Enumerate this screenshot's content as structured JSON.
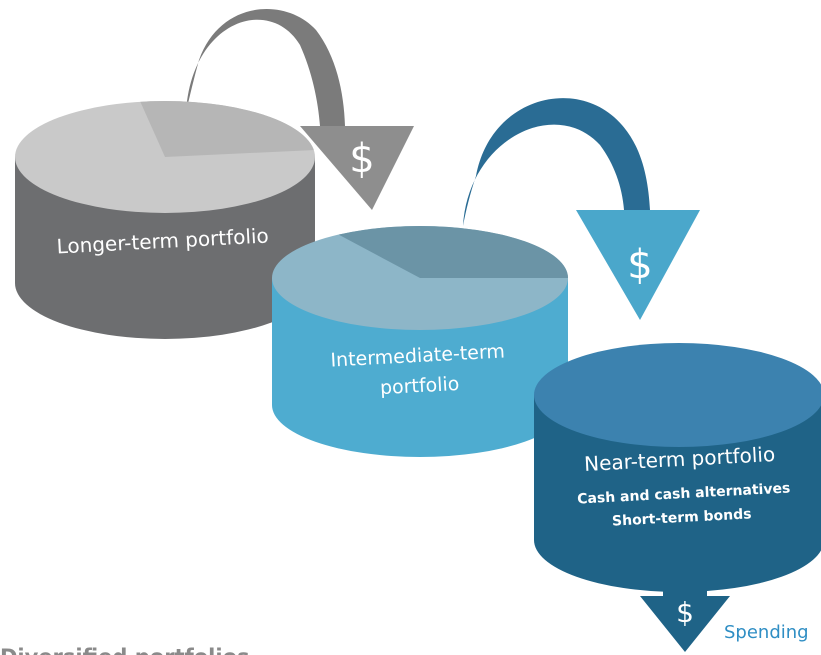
{
  "diagram": {
    "nodes": {
      "longer_term": {
        "label": "Longer-term portfolio"
      },
      "intermediate_term": {
        "label_line1": "Intermediate-term",
        "label_line2": "portfolio"
      },
      "near_term": {
        "label": "Near-term portfolio",
        "detail_line1": "Cash and cash alternatives",
        "detail_line2": "Short-term bonds"
      }
    },
    "arrows": {
      "flow1_symbol": "$",
      "flow2_symbol": "$",
      "spending_symbol": "$",
      "spending_label": "Spending"
    },
    "footer_label": "Diversified portfolios",
    "colors": {
      "longer_side": "#6d6e70",
      "longer_top": "#c9c9c9",
      "intermediate_side": "#4eacd0",
      "intermediate_top": "#8db6c8",
      "near_side": "#1f6387",
      "near_top": "#3c82af",
      "arrow_grey": "#8e8e8e",
      "arrow_blue": "#4aa7cb",
      "arrow_dark": "#1f6387"
    }
  }
}
